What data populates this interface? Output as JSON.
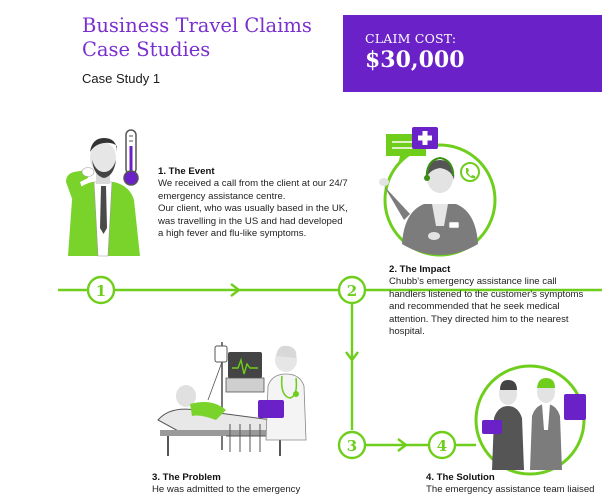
{
  "header": {
    "title_line1": "Business Travel Claims",
    "title_line2": "Case Studies",
    "subtitle": "Case Study 1"
  },
  "cost": {
    "label": "CLAIM COST:",
    "value": "$30,000"
  },
  "steps": [
    {
      "number": "1",
      "heading": "1. The Event",
      "paragraphs": [
        "We received a call from the client at our 24/7 emergency assistance centre.",
        "Our client, who was usually based in the UK, was travelling in the US and had developed a high fever and flu-like symptoms."
      ]
    },
    {
      "number": "2",
      "heading": "2. The Impact",
      "paragraphs": [
        "Chubb's emergency assistance line call handlers listened to the customer's symptoms and recommended that he seek medical attention. They directed him to the nearest hospital."
      ]
    },
    {
      "number": "3",
      "heading": "3. The Problem",
      "paragraphs": [
        "He was admitted to the emergency"
      ]
    },
    {
      "number": "4",
      "heading": "4. The Solution",
      "paragraphs": [
        "The emergency assistance team liaised"
      ]
    }
  ],
  "colors": {
    "brand_purple": "#6b21c8",
    "title_purple": "#7a2fcf",
    "accent_green": "#6fce1c"
  },
  "icons": [
    "thermometer-icon",
    "medical-cross-icon",
    "phone-icon",
    "chat-bubble-icon",
    "arrow-right-icon",
    "arrow-down-icon"
  ]
}
